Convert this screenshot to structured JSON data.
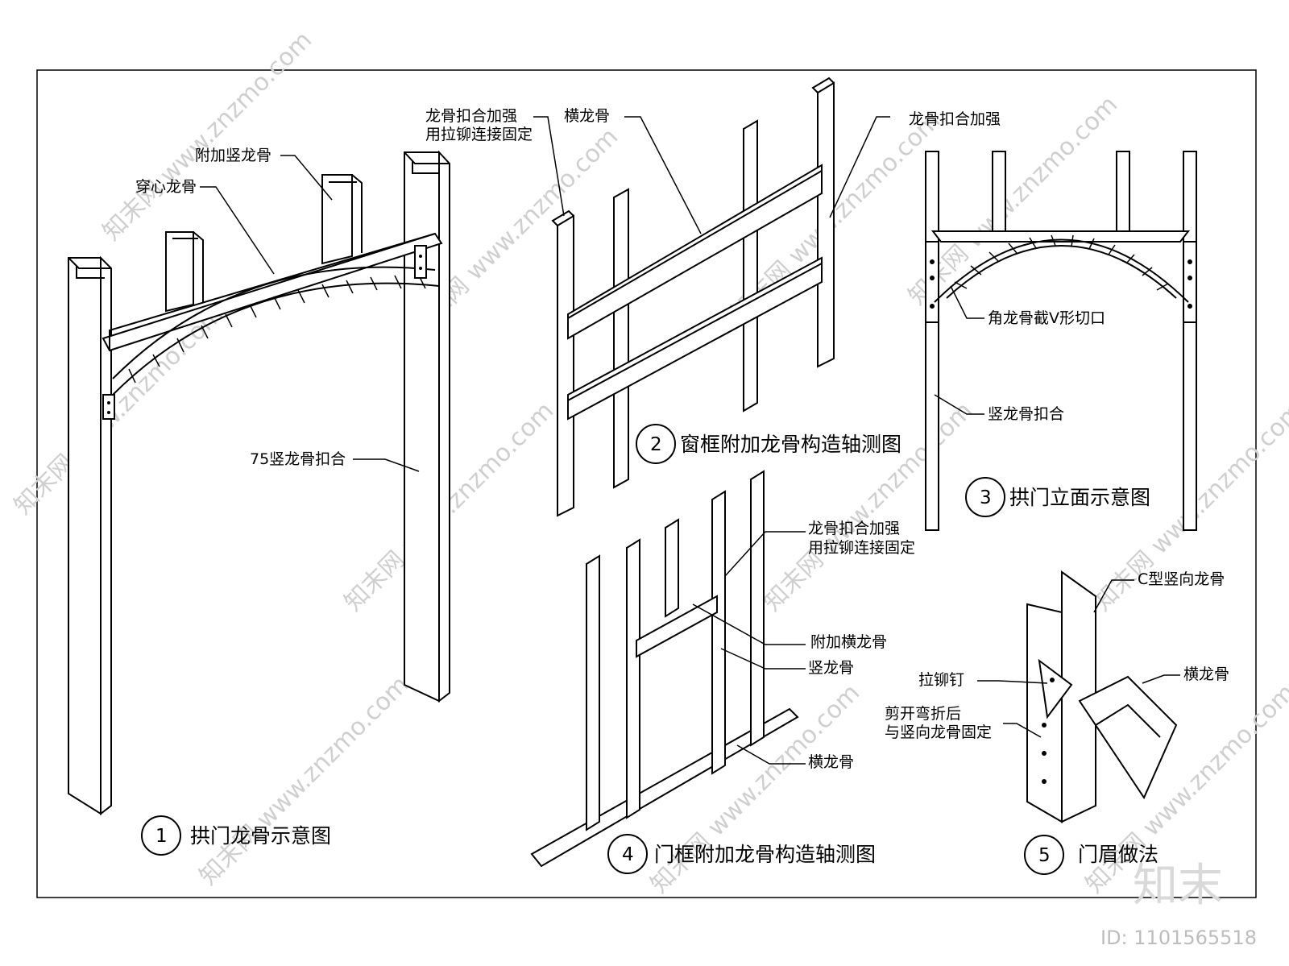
{
  "watermark": {
    "site": "www.znzmo.com",
    "brand": "知末网",
    "logo": "知末",
    "id_text": "ID: 1101565518"
  },
  "figure1": {
    "number": "1",
    "title": "拱门龙骨示意图",
    "labels": {
      "extra_stud": "附加竖龙骨",
      "through_channel": "穿心龙骨",
      "stud_75": "75竖龙骨扣合"
    }
  },
  "figure2": {
    "number": "2",
    "title": "窗框附加龙骨构造轴测图",
    "labels": {
      "reinforce_line1": "龙骨扣合加强",
      "reinforce_line2": "用拉铆连接固定",
      "horizontal": "横龙骨",
      "reinforce_right": "龙骨扣合加强"
    }
  },
  "figure3": {
    "number": "3",
    "title": "拱门立面示意图",
    "labels": {
      "v_cut": "角龙骨截V形切口",
      "stud_interlock": "竖龙骨扣合"
    }
  },
  "figure4": {
    "number": "4",
    "title": "门框附加龙骨构造轴测图",
    "labels": {
      "reinforce_line1": "龙骨扣合加强",
      "reinforce_line2": "用拉铆连接固定",
      "extra_horizontal": "附加横龙骨",
      "vertical": "竖龙骨",
      "horizontal": "横龙骨"
    }
  },
  "figure5": {
    "number": "5",
    "title": "门眉做法",
    "labels": {
      "c_stud": "C型竖向龙骨",
      "rivet": "拉铆钉",
      "horizontal": "横龙骨",
      "cut_line1": "剪开弯折后",
      "cut_line2": "与竖向龙骨固定"
    }
  }
}
